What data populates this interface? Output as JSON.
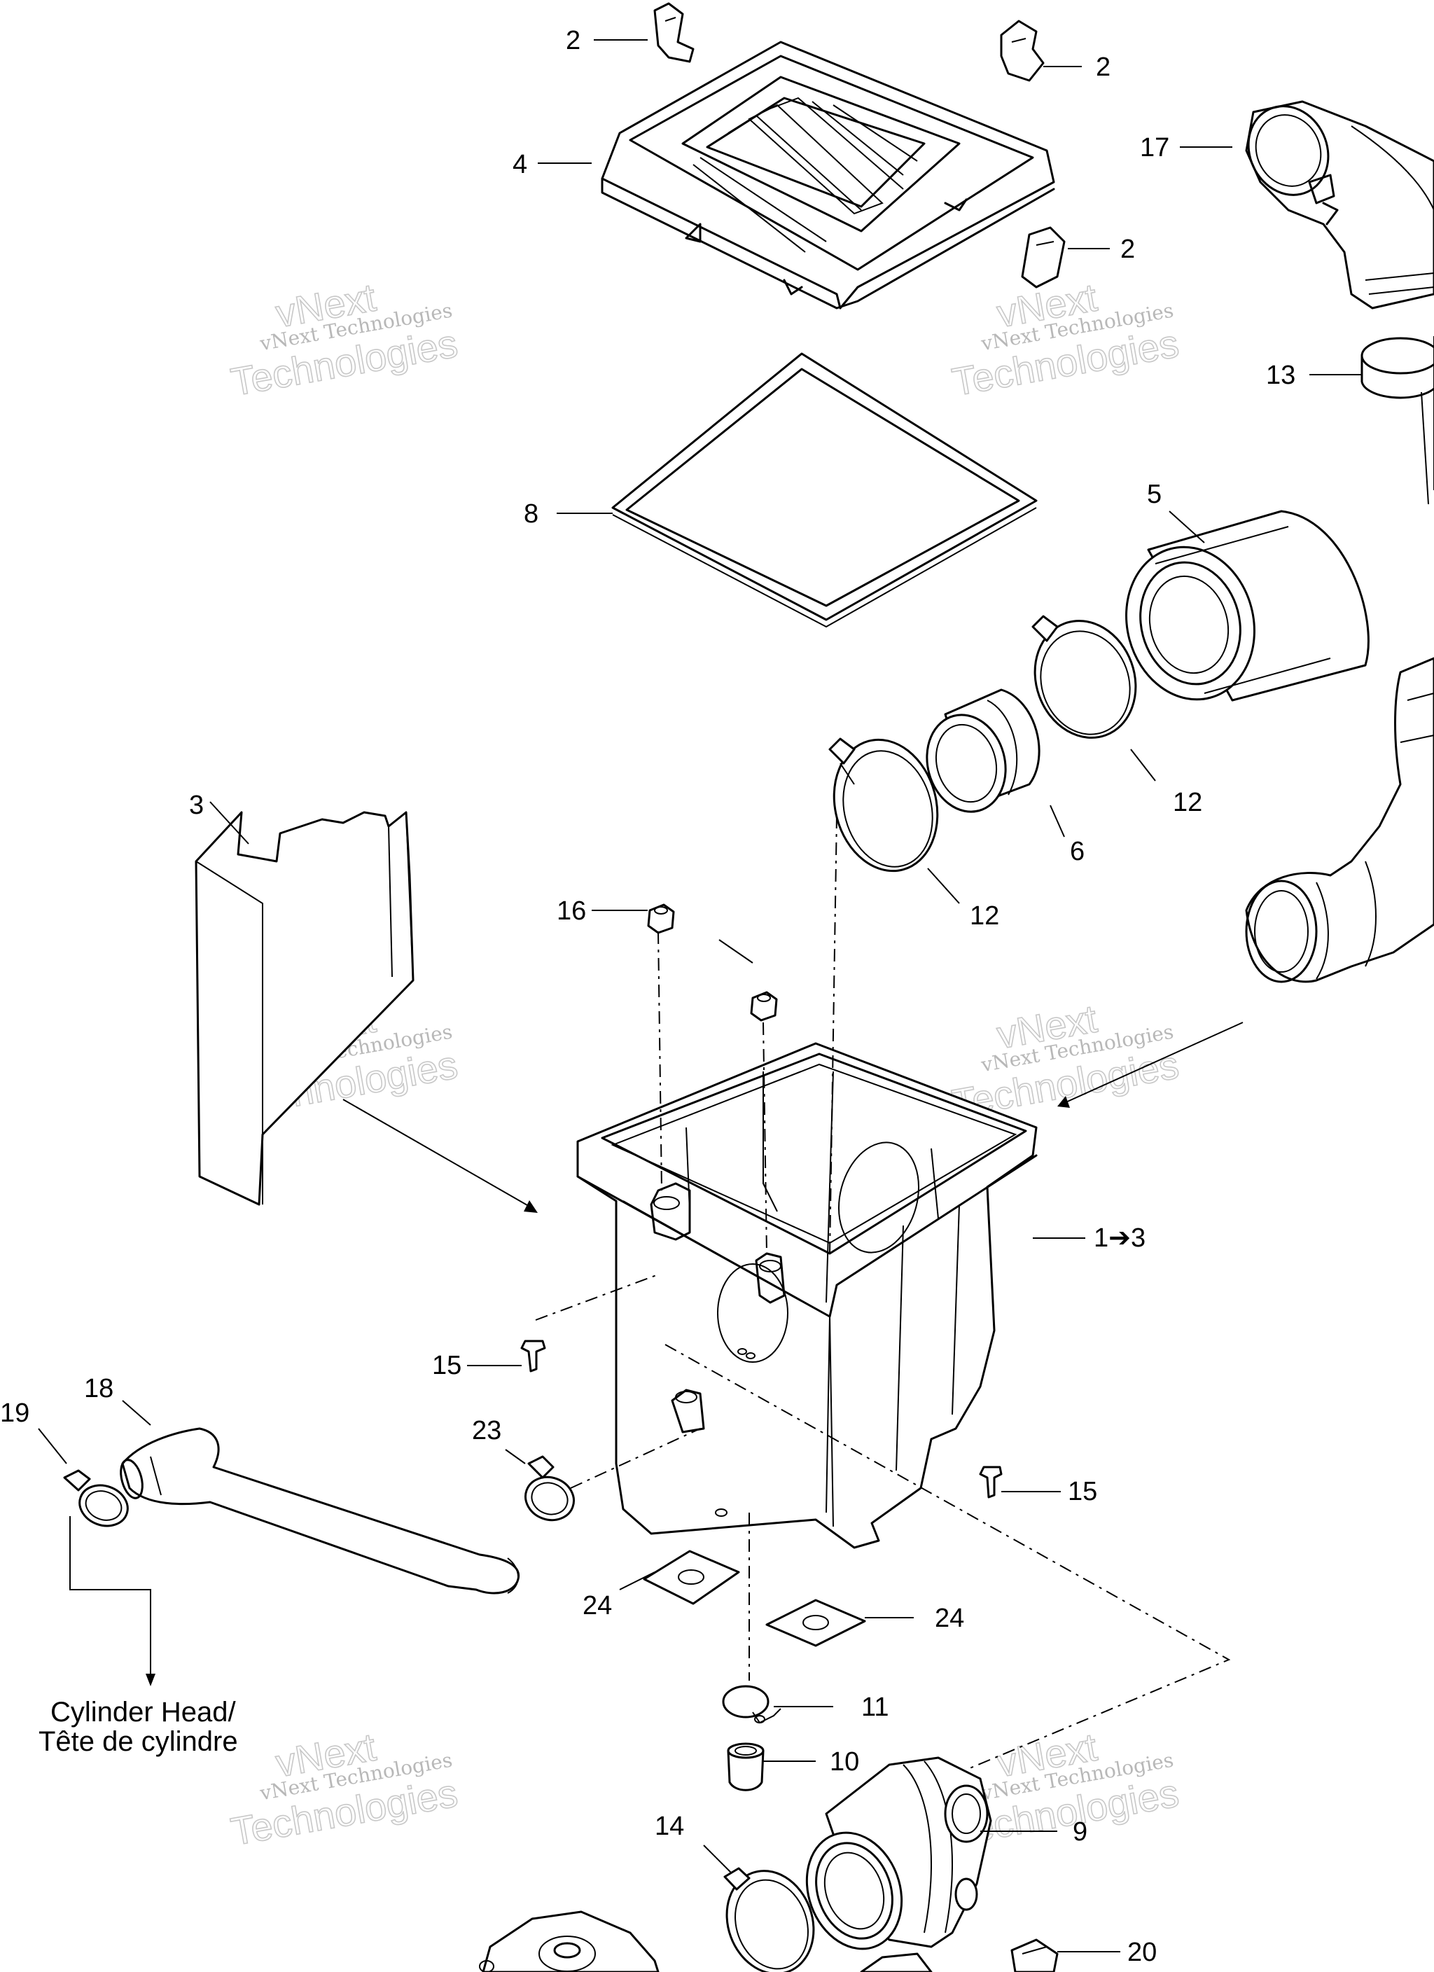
{
  "callouts": [
    {
      "id": "c2a",
      "text": "2"
    },
    {
      "id": "c2b",
      "text": "2"
    },
    {
      "id": "c2c",
      "text": "2"
    },
    {
      "id": "c4",
      "text": "4"
    },
    {
      "id": "c17",
      "text": "17"
    },
    {
      "id": "c13",
      "text": "13"
    },
    {
      "id": "c8",
      "text": "8"
    },
    {
      "id": "c5",
      "text": "5"
    },
    {
      "id": "c12a",
      "text": "12"
    },
    {
      "id": "c12b",
      "text": "12"
    },
    {
      "id": "c6",
      "text": "6"
    },
    {
      "id": "c3",
      "text": "3"
    },
    {
      "id": "c16",
      "text": "16"
    },
    {
      "id": "c1to3",
      "text": "1➔3"
    },
    {
      "id": "c15a",
      "text": "15"
    },
    {
      "id": "c15b",
      "text": "15"
    },
    {
      "id": "c18",
      "text": "18"
    },
    {
      "id": "c19",
      "text": "19"
    },
    {
      "id": "c23",
      "text": "23"
    },
    {
      "id": "c24a",
      "text": "24"
    },
    {
      "id": "c24b",
      "text": "24"
    },
    {
      "id": "c11",
      "text": "11"
    },
    {
      "id": "c10",
      "text": "10"
    },
    {
      "id": "c14",
      "text": "14"
    },
    {
      "id": "c9",
      "text": "9"
    },
    {
      "id": "c20",
      "text": "20"
    }
  ],
  "note": {
    "line1": "Cylinder Head/",
    "line2": "Tête de cylindre"
  },
  "watermark": {
    "brand": "vNext",
    "company": "vNext Technologies",
    "word": "Technologies"
  }
}
